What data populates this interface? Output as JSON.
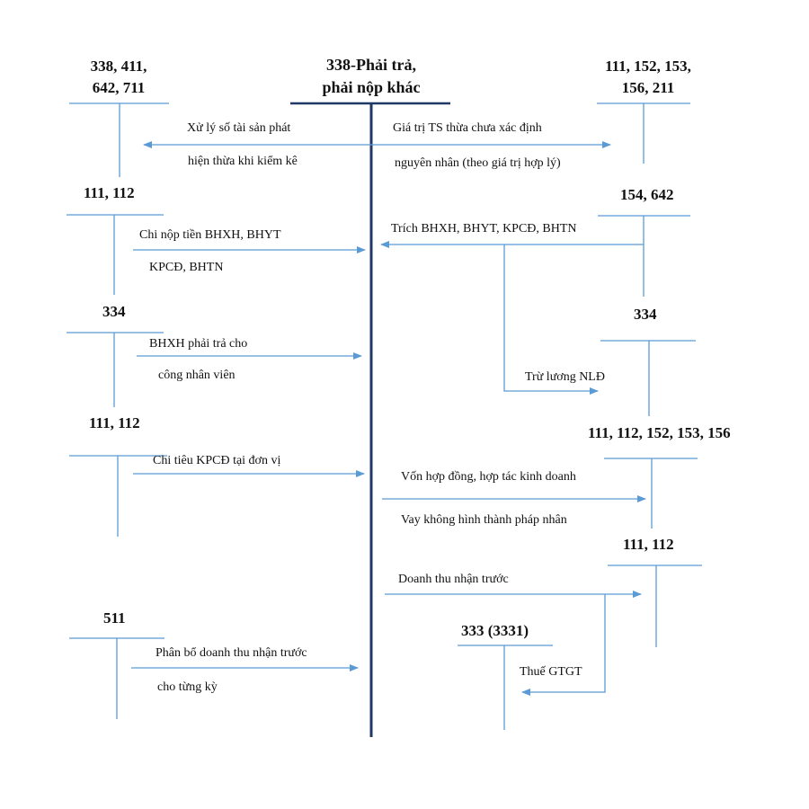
{
  "main_account": {
    "line1": "338-Phải trả,",
    "line2": "phải nộp khác"
  },
  "accounts": {
    "a1": {
      "line1": "338, 411,",
      "line2": "642, 711"
    },
    "a2": {
      "line1": "111, 152, 153,",
      "line2": "156, 211"
    },
    "a3": "111, 112",
    "a4": "154, 642",
    "a5": "334",
    "a6": "334",
    "a7": "111, 112",
    "a8": "111, 112, 152, 153, 156",
    "a9": "111, 112",
    "a10": "511",
    "a11": "333 (3331)"
  },
  "labels": {
    "l1a": "Xử lý số tài sản phát",
    "l1b": "hiện thừa khi kiểm kê",
    "l2a": "Giá trị TS thừa chưa xác định",
    "l2b": "nguyên nhân (theo giá trị hợp lý)",
    "l3a": "Chi nộp tiền BHXH, BHYT",
    "l3b": "KPCĐ, BHTN",
    "l4": "Trích BHXH, BHYT, KPCĐ, BHTN",
    "l5a": "BHXH phải trả cho",
    "l5b": "công nhân viên",
    "l6": "Trừ lương NLĐ",
    "l7": "Chi tiêu KPCĐ tại đơn vị",
    "l8a": "Vốn hợp đồng, hợp tác kinh doanh",
    "l8b": "Vay không hình thành pháp nhân",
    "l9": "Doanh thu nhận trước",
    "l10a": "Phân bổ doanh thu nhận trước",
    "l10b": "cho từng kỳ",
    "l11": "Thuế GTGT"
  },
  "colors": {
    "line": "#5b9bd5",
    "main_line": "#1f3864",
    "text": "#111111"
  }
}
